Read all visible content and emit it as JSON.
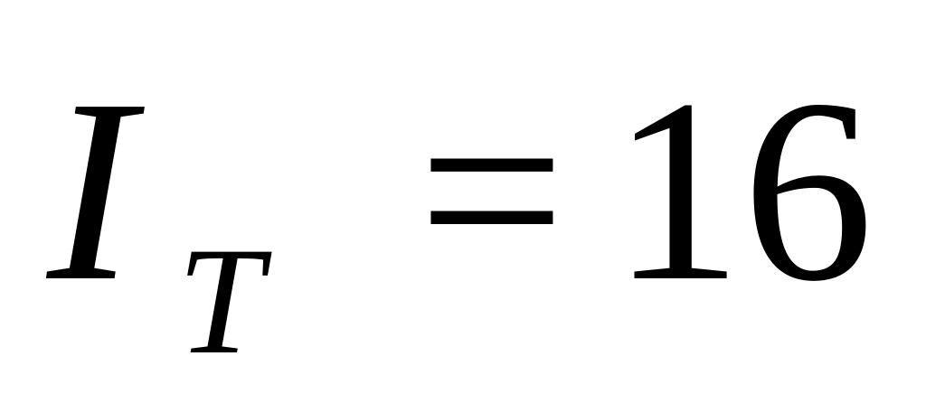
{
  "formula": {
    "variable": "I",
    "subscript": "T",
    "operator": "=",
    "value": "16"
  }
}
